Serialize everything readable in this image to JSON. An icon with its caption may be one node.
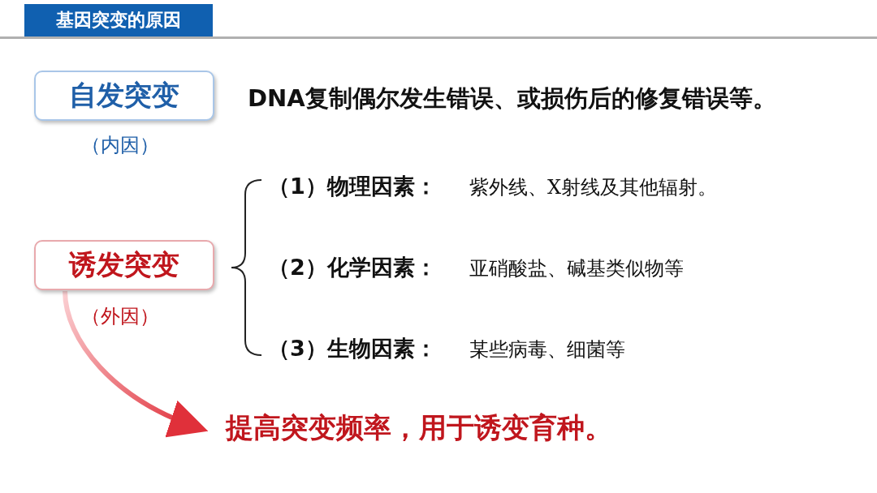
{
  "diagram": {
    "title": "基因突变的原因",
    "nodes": [
      {
        "text": [
          "自发突变"
        ],
        "beside": [
          "（内因）"
        ]
      },
      {
        "text": [
          "诱发突变"
        ],
        "beside": [
          "（外因）"
        ]
      },
      {
        "text": [
          "提高突变频率，用于诱变育种。"
        ]
      }
    ],
    "edges": [
      {
        "from": 1,
        "to": 2,
        "arrow": "to"
      }
    ],
    "labels": [
      "DNA复制偶尔发生错误、或损伤后的修复错误等。",
      "（1）物理因素：",
      "紫外线、X射线及其他辐射。",
      "（2）化学因素：",
      "亚硝酸盐、碱基类似物等",
      "（3）生物因素：",
      "某些病毒、细菌等"
    ]
  }
}
